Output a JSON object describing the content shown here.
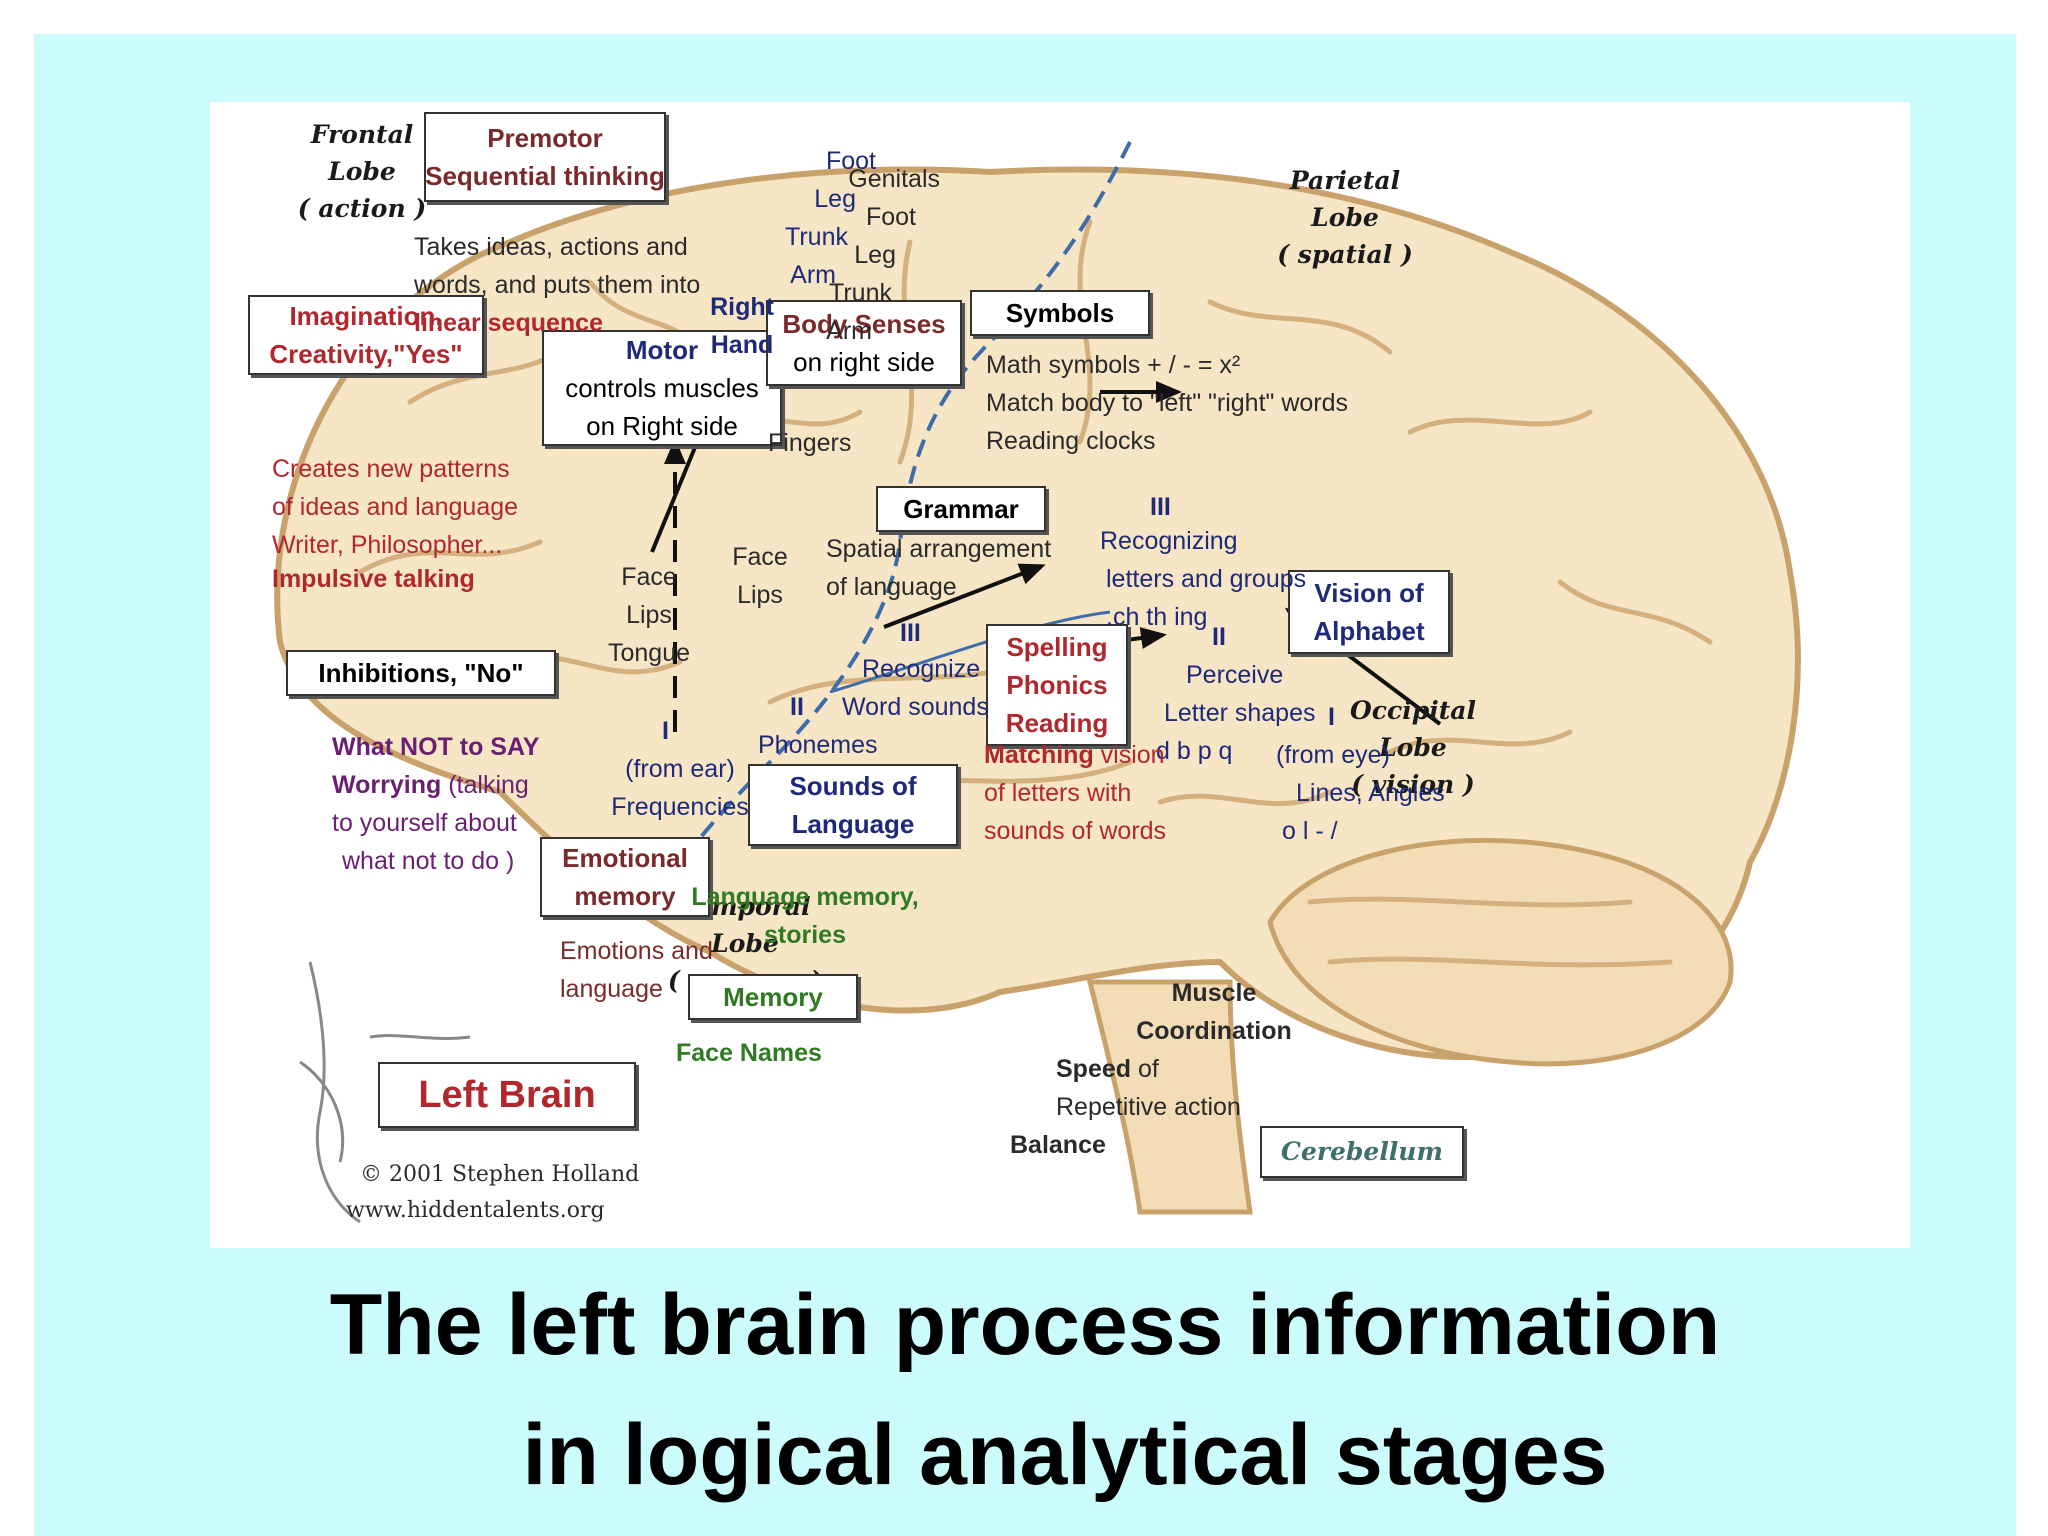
{
  "lobes": {
    "frontal": [
      "Frontal",
      "Lobe",
      "( action )"
    ],
    "parietal": [
      "Parietal",
      "Lobe",
      "( spatial )"
    ],
    "occipital": [
      "Occipital",
      "Lobe",
      "( vision )"
    ],
    "temporal": [
      "Temporal",
      "Lobe",
      "( memory )"
    ]
  },
  "boxes": {
    "premotor": [
      "Premotor",
      "Sequential thinking"
    ],
    "imagination": [
      "Imagination,",
      "Creativity,\"Yes\""
    ],
    "motor_title": "Motor",
    "motor_lines": [
      "controls muscles",
      "on Right side"
    ],
    "body_senses_title": "Body Senses",
    "body_senses_sub": "on right side",
    "symbols": "Symbols",
    "grammar": "Grammar",
    "spelling": [
      "Spelling",
      "Phonics",
      "Reading"
    ],
    "vision_alphabet": [
      "Vision of",
      "Alphabet"
    ],
    "inhibitions": "Inhibitions, \"No\"",
    "sounds": [
      "Sounds of",
      "Language"
    ],
    "emotional": [
      "Emotional",
      "memory"
    ],
    "memory": "Memory",
    "left_brain": "Left Brain",
    "cerebellum": "Cerebellum"
  },
  "text": {
    "premotor_desc": [
      "Takes ideas, actions and",
      "words, and puts them into"
    ],
    "linear_sequence": "linear sequence",
    "right_hand": [
      "Right",
      "Hand"
    ],
    "motor_body": [
      "Foot",
      "Leg",
      "Trunk",
      "Arm"
    ],
    "sensory_body": [
      "Genitals",
      "Foot",
      "Leg",
      "Trunk",
      "Arm"
    ],
    "symbols_desc": [
      "Math symbols  + / - = x²",
      "Match body to \"left\" \"right\" words",
      "Reading clocks"
    ],
    "fingers": "Fingers",
    "grammar_desc": [
      "Spatial arrangement",
      "of language"
    ],
    "imagination_desc": [
      "Creates new patterns",
      "of ideas and language",
      "Writer, Philosopher..."
    ],
    "impulsive": "Impulsive talking",
    "motor_face": [
      "Face",
      "Lips",
      "Tongue"
    ],
    "sensory_face": [
      "Face",
      "Lips"
    ],
    "roman_3a": "III",
    "recognizing": [
      "Recognizing",
      "letters and groups",
      ".ch  th  ing"
    ],
    "roman_3b": "III",
    "recognize_word": [
      "Recognize",
      "Word sounds"
    ],
    "roman_2a": "II",
    "phonemes": "Phonemes",
    "roman_2b": "II",
    "perceive": [
      "Perceive",
      "Letter shapes",
      "d b  p q"
    ],
    "roman_1a": "I",
    "from_ear": [
      "(from ear)",
      "Frequencies"
    ],
    "roman_1b": "I",
    "from_eye": [
      "(from eye)",
      "Lines, Angles",
      "o l - /"
    ],
    "what_not": "What NOT to SAY",
    "worrying": "Worrying",
    "worrying_rest": " (talking",
    "worrying_lines": [
      "to yourself about",
      "what not to do )"
    ],
    "matching": "Matching",
    "matching_rest": " vision",
    "matching_lines": [
      "of letters with",
      "sounds of words"
    ],
    "language_memory": [
      "Language memory,",
      "stories"
    ],
    "emotions_lang": [
      "Emotions and",
      "language"
    ],
    "face_names": "Face Names",
    "muscle": [
      "Muscle",
      "Coordination"
    ],
    "speed": "Speed",
    "speed_rest": " of",
    "repetitive": "Repetitive action",
    "balance": "Balance",
    "copyright": "© 2001 Stephen Holland",
    "website": "www.hiddentalents.org"
  },
  "caption": [
    "The left brain process information",
    "in logical analytical stages"
  ],
  "colors": {
    "background": "#ccfbfb",
    "brain_fill": "#f6e6c6",
    "brain_line": "#c9a26b",
    "red": "#b0282e",
    "purple": "#6a1f72",
    "navy": "#1e2a78",
    "green": "#2f7a23",
    "dashed_blue": "#3f6da8"
  }
}
